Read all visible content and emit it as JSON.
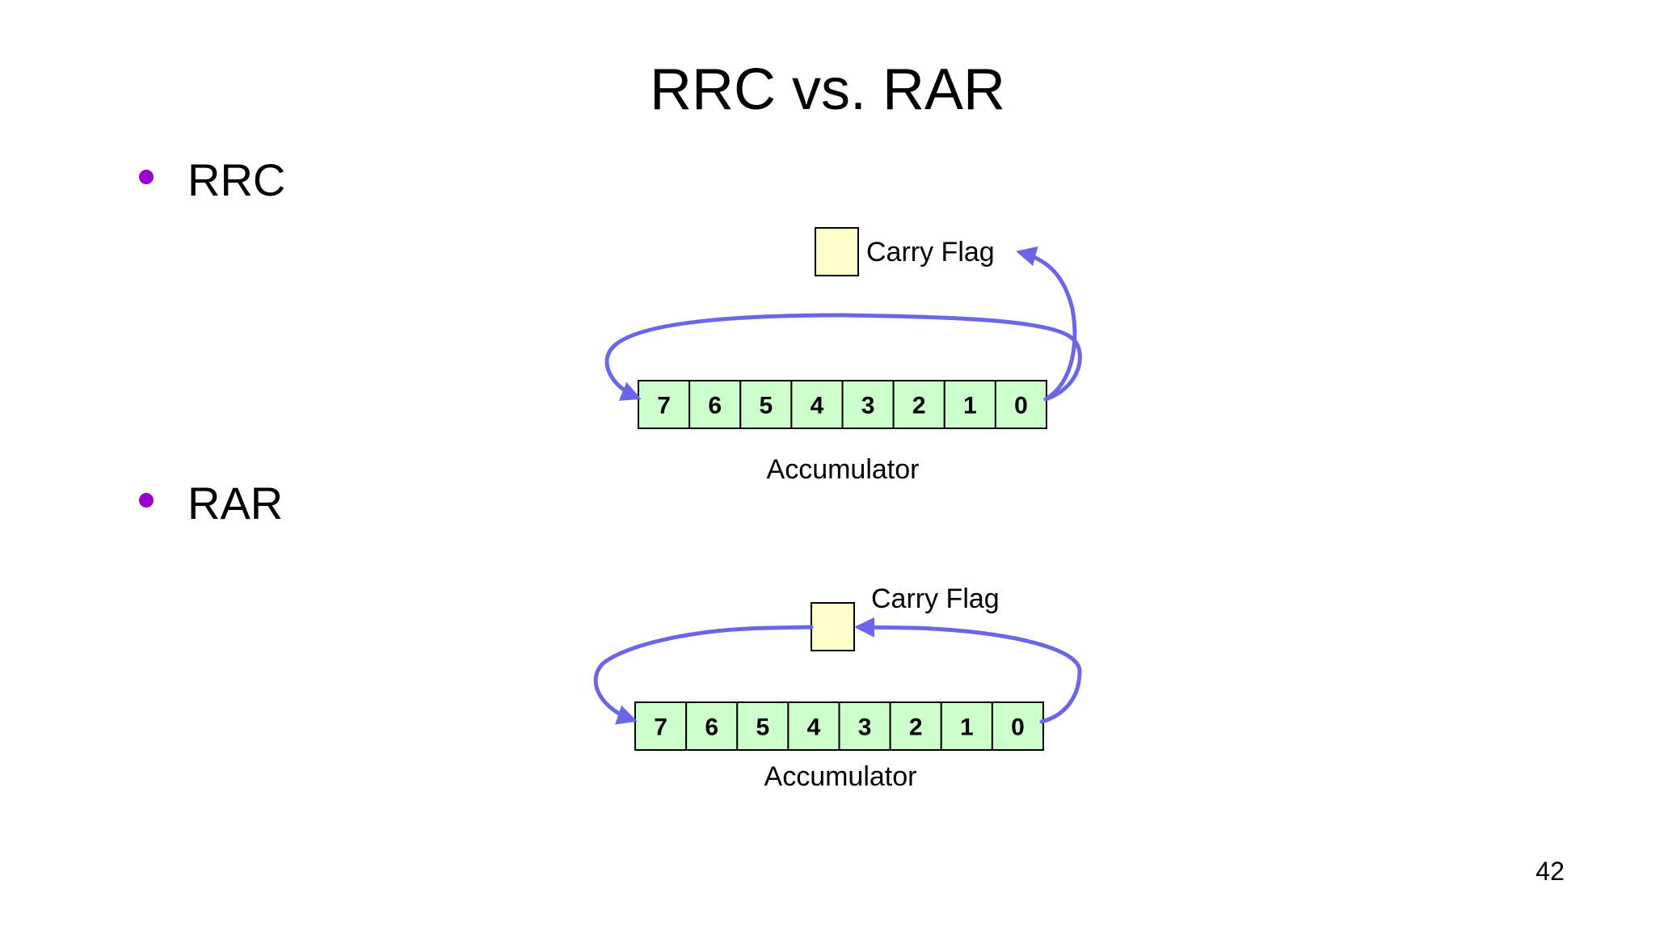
{
  "slide": {
    "title": "RRC vs. RAR",
    "page_number": "42"
  },
  "bullets": [
    {
      "label": "RRC"
    },
    {
      "label": "RAR"
    }
  ],
  "diagrams": {
    "rrc": {
      "carry_label": "Carry Flag",
      "accumulator_label": "Accumulator",
      "bits": [
        "7",
        "6",
        "5",
        "4",
        "3",
        "2",
        "1",
        "0"
      ]
    },
    "rar": {
      "carry_label": "Carry Flag",
      "accumulator_label": "Accumulator",
      "bits": [
        "7",
        "6",
        "5",
        "4",
        "3",
        "2",
        "1",
        "0"
      ]
    }
  },
  "colors": {
    "bullet": "#9900cc",
    "arrow": "#6b66e8",
    "register_fill": "#ccffcc",
    "carry_fill": "#ffffcc",
    "outline": "#000000"
  }
}
